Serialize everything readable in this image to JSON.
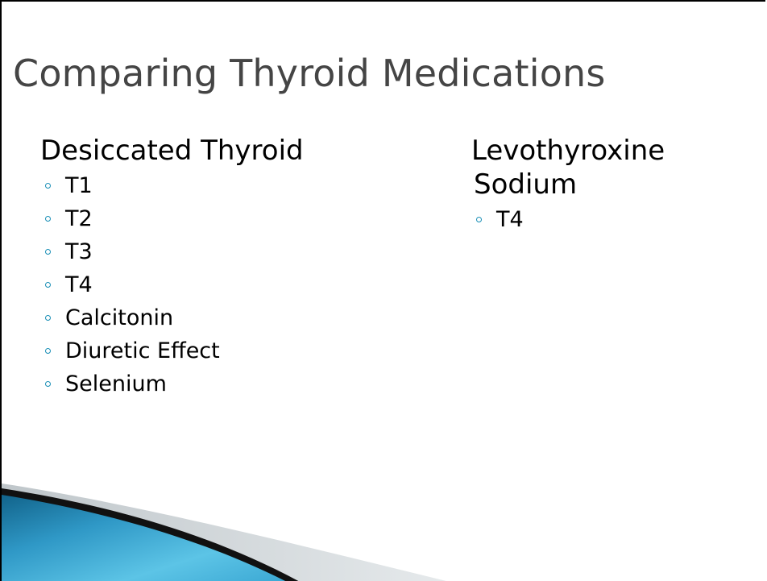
{
  "slide": {
    "title": "Comparing Thyroid Medications"
  },
  "left_column": {
    "heading": "Desiccated Thyroid",
    "items": [
      {
        "label": "T1"
      },
      {
        "label": "T2"
      },
      {
        "label": "T3"
      },
      {
        "label": "T4"
      },
      {
        "label": "Calcitonin"
      },
      {
        "label": "Diuretic Effect"
      },
      {
        "label": "Selenium"
      }
    ]
  },
  "right_column": {
    "heading_line1": "Levothyroxine",
    "heading_line2": "Sodium",
    "items": [
      {
        "label": "T4"
      }
    ]
  },
  "colors": {
    "title": "#454545",
    "text": "#000000",
    "bullet": "#1a8fb6",
    "accent_light": "#5cc4e6",
    "accent_dark": "#0f5f86"
  }
}
